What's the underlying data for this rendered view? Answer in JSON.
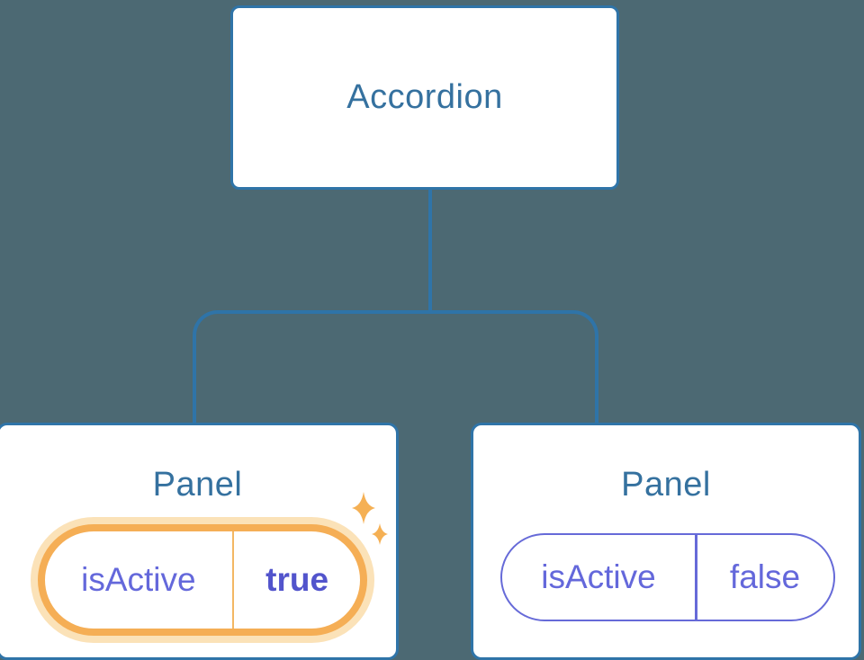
{
  "diagram": {
    "type": "component-tree",
    "root": {
      "label": "Accordion"
    },
    "children": [
      {
        "title": "Panel",
        "state": {
          "name": "isActive",
          "value": "true"
        },
        "active": true,
        "decoration": "sparkle-icons"
      },
      {
        "title": "Panel",
        "state": {
          "name": "isActive",
          "value": "false"
        },
        "active": false,
        "decoration": null
      }
    ]
  },
  "colors": {
    "background": "#4C6973",
    "connector_line": "#2F74A8",
    "node_border": "#2F74A8",
    "node_background": "#FFFFFF",
    "node_text": "#35719F",
    "state_text": "#6468DB",
    "state_value_bold": "#5254CC",
    "inactive_pill_border": "#666AD8",
    "active_pill_border": "#F5AE55",
    "active_pill_glow": "#FBE2B8",
    "sparkle": "#F5B054"
  }
}
